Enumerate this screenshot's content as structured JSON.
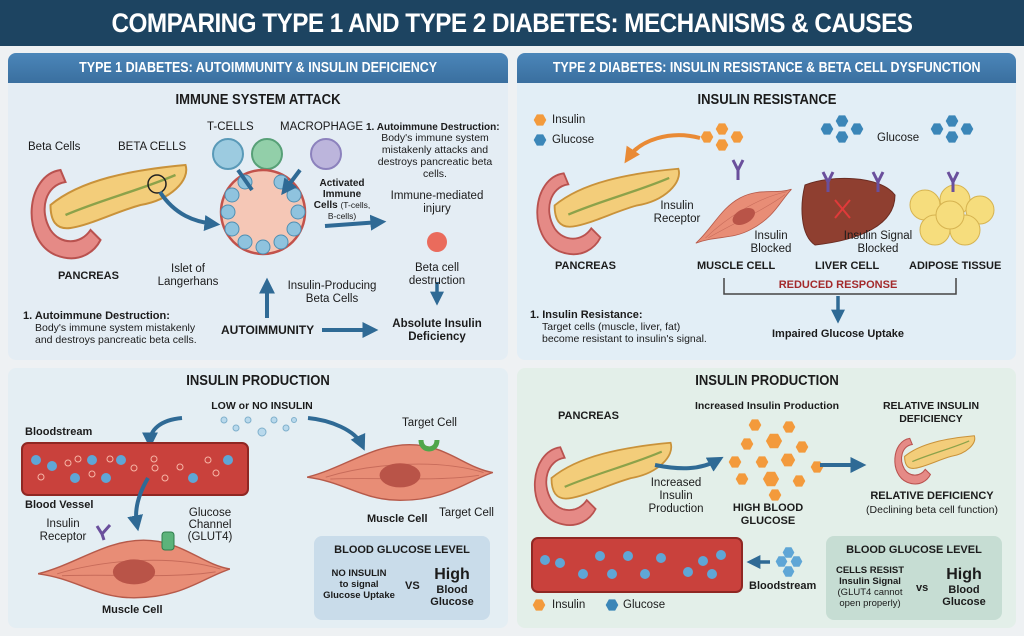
{
  "title": "COMPARING TYPE 1 AND TYPE 2 DIABETES: MECHANISMS & CAUSES",
  "colors": {
    "title_bg": "#1d4461",
    "header_blue": "#4178aa",
    "insulin": "#f39a3c",
    "glucose": "#3b86b8",
    "reduced_response": "#a3292b"
  },
  "type1": {
    "header": "TYPE 1 DIABETES: AUTOIMMUNITY & INSULIN DEFICIENCY",
    "immune": {
      "title": "IMMUNE SYSTEM ATTACK",
      "beta_cells_lower": "Beta Cells",
      "beta_cells_upper": "BETA CELLS",
      "t_cells": "T-CELLS",
      "macrophage": "MACROPHAGE",
      "note_title": "1. Autoimmune Destruction:",
      "note_lines": [
        "Body's immune system",
        "mistakenly attacks and",
        "destroys pancreatic beta",
        "cells."
      ],
      "activated_bold": [
        "Activated",
        "Immune",
        "Cells"
      ],
      "activated_small": "(T-cells,",
      "activated_small2": "B-cells)",
      "injury": [
        "Immune-mediated",
        "injury"
      ],
      "pancreas": "PANCREAS",
      "islet": [
        "Islet of",
        "Langerhans"
      ],
      "insulin_producing": [
        "Insulin-Producing",
        "Beta Cells"
      ],
      "destruction": [
        "Beta cell",
        "destruction"
      ],
      "summary_title": "1. Autoimmune Destruction:",
      "summary_lines": [
        "Body's immune system mistakenly",
        "and destroys pancreatic beta cells."
      ],
      "autoimmunity": "AUTOIMMUNITY",
      "absolute": [
        "Absolute Insulin",
        "Deficiency"
      ]
    },
    "production": {
      "title": "INSULIN PRODUCTION",
      "low": "LOW or NO INSULIN",
      "bloodstream": "Bloodstream",
      "vessel": "Blood Vessel",
      "receptor": [
        "Insulin",
        "Receptor"
      ],
      "glut4": [
        "Glucose",
        "Channel",
        "(GLUT4)"
      ],
      "muscle_cell": "Muscle Cell",
      "target_cell_top": "Target Cell",
      "target_cell_side": "Target Cell",
      "muscle_cell_right": "Muscle Cell",
      "level_box": {
        "title": "BLOOD GLUCOSE LEVEL",
        "left": [
          "NO INSULIN",
          "to signal",
          "Glucose Uptake"
        ],
        "vs": "VS",
        "high": "High",
        "right": [
          "Blood",
          "Glucose"
        ]
      }
    }
  },
  "type2": {
    "header": "TYPE 2 DIABETES: INSULIN RESISTANCE & BETA CELL DYSFUNCTION",
    "resistance": {
      "title": "INSULIN RESISTANCE",
      "legend_insulin": "Insulin",
      "legend_glucose": "Glucose",
      "glucose": "Glucose",
      "receptor": [
        "Insulin",
        "Receptor"
      ],
      "blocked": [
        "Insulin",
        "Blocked"
      ],
      "signal_blocked": [
        "Insulin Signal",
        "Blocked"
      ],
      "pancreas": "PANCREAS",
      "muscle": "MUSCLE CELL",
      "liver": "LIVER CELL",
      "adipose": "ADIPOSE TISSUE",
      "reduced": "REDUCED RESPONSE",
      "impaired": "Impaired Glucose Uptake",
      "note_title": "1. Insulin Resistance:",
      "note_lines": [
        "Target cells (muscle, liver, fat)",
        "become resistant to insulin's signal."
      ]
    },
    "production": {
      "title": "INSULIN PRODUCTION",
      "pancreas": "PANCREAS",
      "increased_top": "Increased Insulin Production",
      "increased_side": [
        "Increased",
        "Insulin",
        "Production"
      ],
      "high_glucose": [
        "HIGH BLOOD",
        "GLUCOSE"
      ],
      "relative_insulin": [
        "RELATIVE INSULIN",
        "DEFICIENCY"
      ],
      "relative_def": "RELATIVE DEFICIENCY",
      "declining": "(Declining beta cell function)",
      "bloodstream": "Bloodstream",
      "legend_insulin": "Insulin",
      "legend_glucose": "Glucose",
      "level_box": {
        "title": "BLOOD GLUCOSE LEVEL",
        "left": [
          "CELLS RESIST",
          "Insulin Signal",
          "(GLUT4 cannot",
          "open properly)"
        ],
        "vs": "vs",
        "high": "High",
        "right": [
          "Blood",
          "Glucose"
        ]
      }
    }
  }
}
